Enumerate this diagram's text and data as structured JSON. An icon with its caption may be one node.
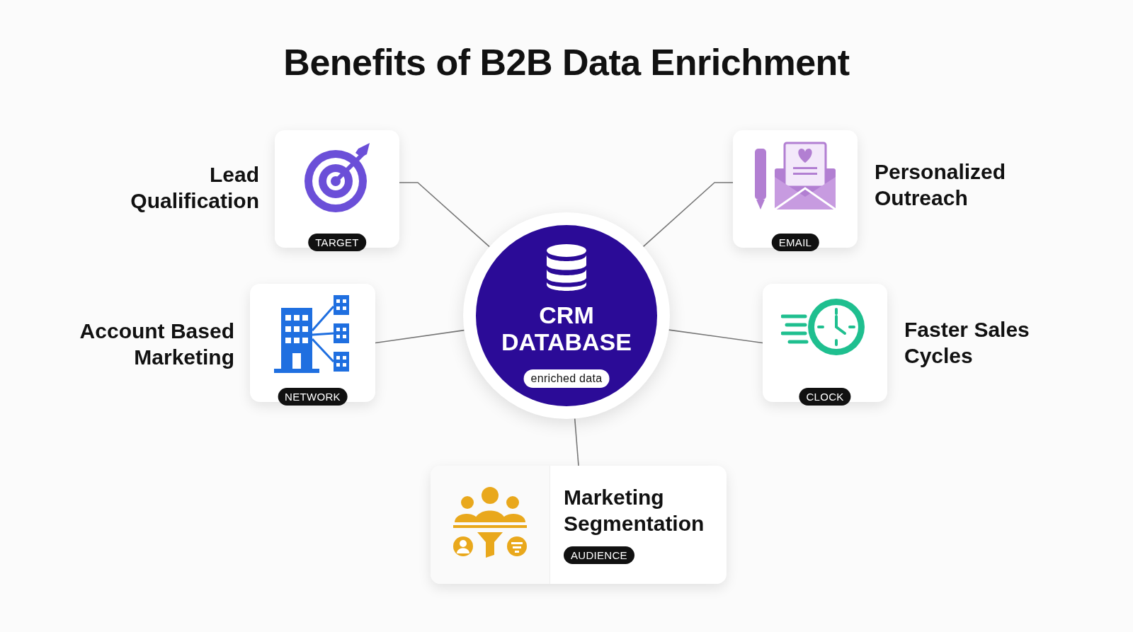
{
  "diagram": {
    "title": "Benefits of B2B Data Enrichment",
    "nodes": [
      {
        "text": [
          "CRM DATABASE",
          "enriched data"
        ]
      },
      {
        "text": [
          "Lead Qualification",
          "TARGET"
        ]
      },
      {
        "text": [
          "Personalized Outreach",
          "EMAIL"
        ]
      },
      {
        "text": [
          "Account Based Marketing",
          "NETWORK"
        ]
      },
      {
        "text": [
          "Faster Sales Cycles",
          "CLOCK"
        ]
      },
      {
        "text": [
          "Marketing Segmentation",
          "AUDIENCE"
        ]
      }
    ],
    "edges": [
      {
        "from": 0,
        "to": 1,
        "arrow": "none"
      },
      {
        "from": 0,
        "to": 2,
        "arrow": "none"
      },
      {
        "from": 0,
        "to": 3,
        "arrow": "none"
      },
      {
        "from": 0,
        "to": 4,
        "arrow": "none"
      },
      {
        "from": 0,
        "to": 5,
        "arrow": "none"
      }
    ]
  }
}
